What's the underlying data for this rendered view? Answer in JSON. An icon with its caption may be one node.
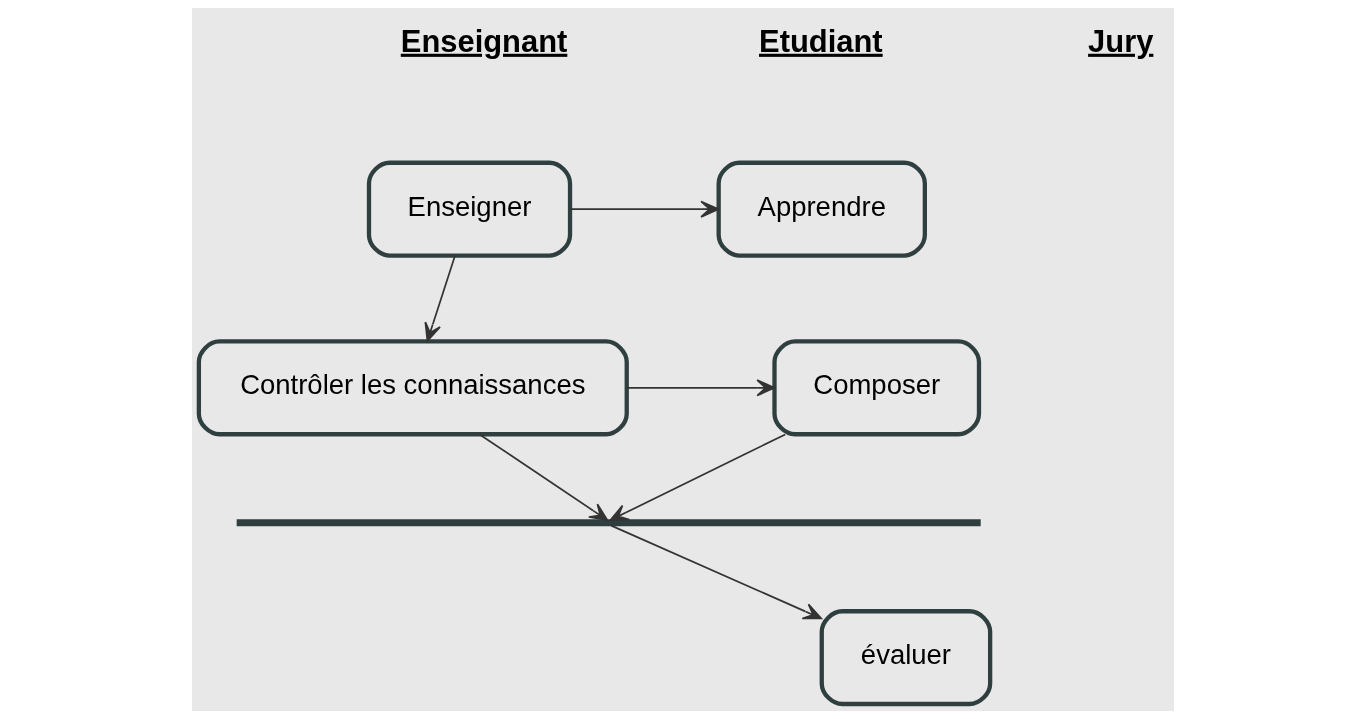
{
  "diagram": {
    "nodes": [
      {
        "text": [
          "Enseigner"
        ]
      },
      {
        "text": [
          "Apprendre"
        ]
      },
      {
        "text": [
          "Contrôler les connaissances"
        ]
      },
      {
        "text": [
          "Composer"
        ]
      },
      {
        "text": [],
        "shape": "bar"
      },
      {
        "text": [
          "évaluer"
        ]
      }
    ],
    "edges": [
      {
        "from": 0,
        "to": 1,
        "arrow": "to"
      },
      {
        "from": 0,
        "to": 2,
        "arrow": "to"
      },
      {
        "from": 2,
        "to": 3,
        "arrow": "to"
      },
      {
        "from": 2,
        "to": 4,
        "arrow": "to"
      },
      {
        "from": 3,
        "to": 4,
        "arrow": "to"
      },
      {
        "from": 4,
        "to": 5,
        "arrow": "to"
      }
    ],
    "labels": [
      "Enseignant",
      "Etudiant",
      "Jury"
    ]
  }
}
